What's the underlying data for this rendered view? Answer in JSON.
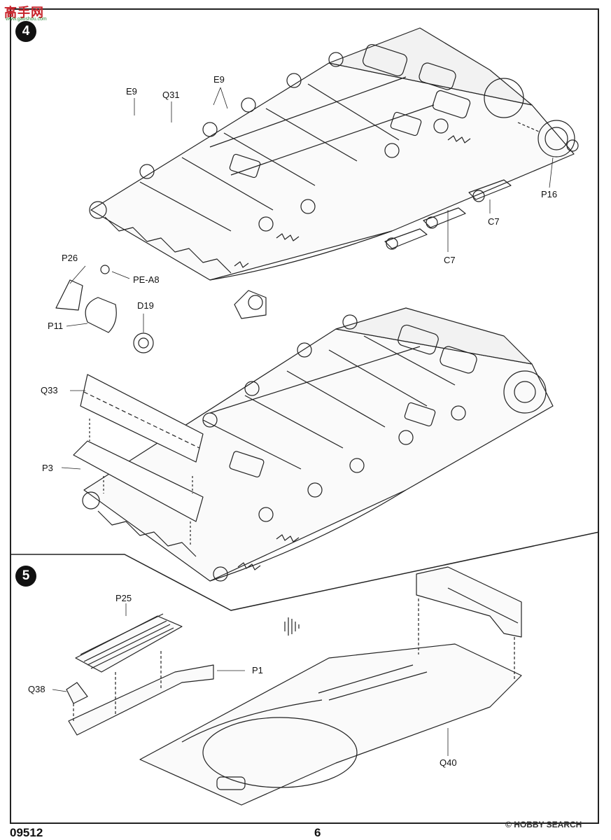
{
  "page": {
    "product_code": "09512",
    "page_number": "6"
  },
  "steps": [
    {
      "number": "4"
    },
    {
      "number": "5"
    }
  ],
  "part_labels": {
    "E9_a": "E9",
    "Q31": "Q31",
    "E9_b": "E9",
    "P16": "P16",
    "C7_a": "C7",
    "C7_b": "C7",
    "P26": "P26",
    "PE_A8": "PE-A8",
    "D19": "D19",
    "P11": "P11",
    "Q33": "Q33",
    "P3": "P3",
    "P25": "P25",
    "P1": "P1",
    "Q38": "Q38",
    "Q40": "Q40"
  },
  "watermarks": {
    "top_left_chars": "高手网",
    "top_left_url": "www.gaoshou.com",
    "bottom_right": "HOBBY SEARCH",
    "bottom_right_prefix": "©"
  },
  "colors": {
    "ink": "#111111",
    "watermark_red": "#c8242b",
    "watermark_green": "#2a8a3a"
  }
}
